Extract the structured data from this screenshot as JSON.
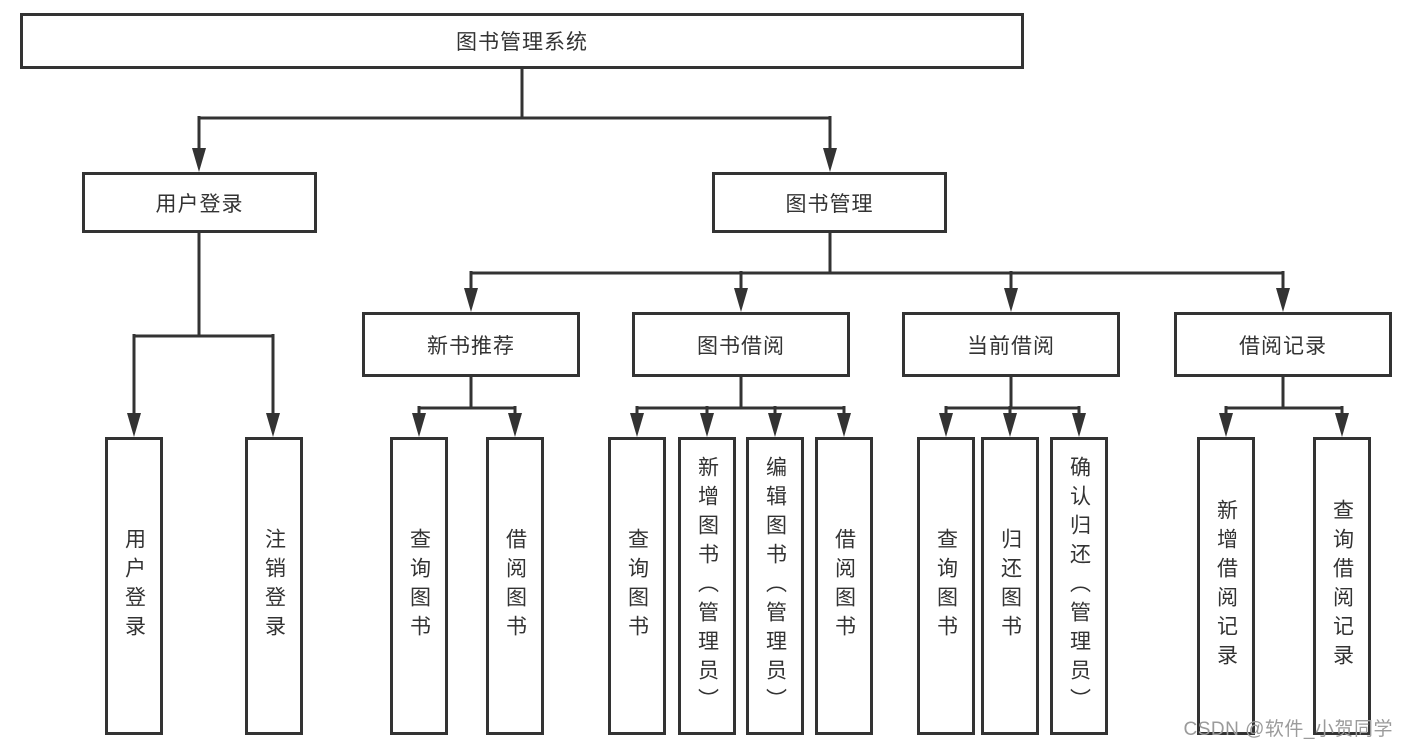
{
  "colors": {
    "line": "#333333",
    "fill": "#ffffff",
    "text": "#333333",
    "watermark": "#9b9b9b",
    "bg": "#ffffff"
  },
  "watermark": {
    "text": "CSDN @软件_小贺同学"
  },
  "tree": {
    "label": "图书管理系统",
    "children": [
      {
        "label": "用户登录",
        "children": [
          {
            "label": "用户登录"
          },
          {
            "label": "注销登录"
          }
        ]
      },
      {
        "label": "图书管理",
        "children": [
          {
            "label": "新书推荐",
            "children": [
              {
                "label": "查询图书"
              },
              {
                "label": "借阅图书"
              }
            ]
          },
          {
            "label": "图书借阅",
            "children": [
              {
                "label": "查询图书"
              },
              {
                "label": "新增图书（管理员）"
              },
              {
                "label": "编辑图书（管理员）"
              },
              {
                "label": "借阅图书"
              }
            ]
          },
          {
            "label": "当前借阅",
            "children": [
              {
                "label": "查询图书"
              },
              {
                "label": "归还图书"
              },
              {
                "label": "确认归还（管理员）"
              }
            ]
          },
          {
            "label": "借阅记录",
            "children": [
              {
                "label": "新增借阅记录"
              },
              {
                "label": "查询借阅记录"
              }
            ]
          }
        ]
      }
    ]
  }
}
